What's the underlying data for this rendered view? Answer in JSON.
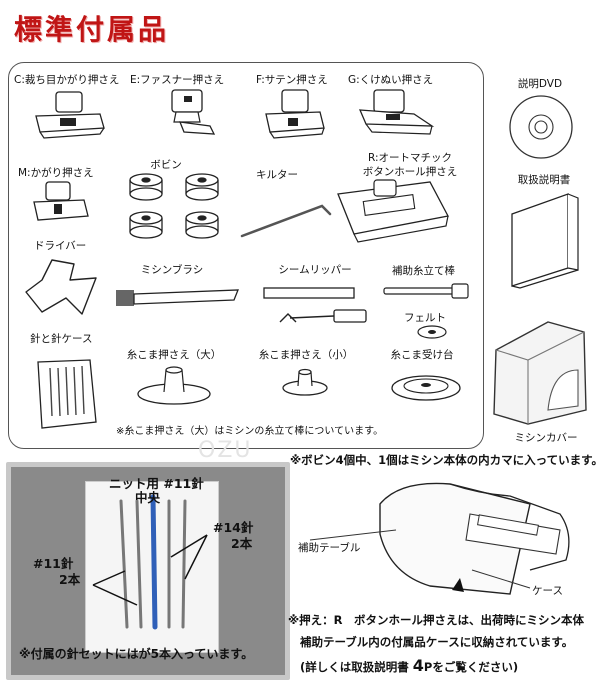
{
  "page_title": "標準付属品",
  "watermark": "OZU",
  "items": {
    "foot_c": "C:裁ち目かがり押さえ",
    "foot_e": "E:ファスナー押さえ",
    "foot_f": "F:サテン押さえ",
    "foot_g": "G:くけぬい押さえ",
    "foot_m": "M:かがり押さえ",
    "bobbin": "ボビン",
    "quilter": "キルター",
    "foot_r_line1": "R:オートマチック",
    "foot_r_line2": "ボタンホール押さえ",
    "screwdriver": "ドライバー",
    "brush": "ミシンブラシ",
    "seam_ripper": "シームリッパー",
    "spool_pin": "補助糸立て棒",
    "felt": "フェルト",
    "needle_case": "針と針ケース",
    "spool_cap_large": "糸こま押さえ（大）",
    "spool_cap_small": "糸こま押さえ（小）",
    "spool_stand": "糸こま受け台",
    "panel_note": "※糸こま押さえ（大）はミシンの糸立て棒についています。",
    "dvd": "説明DVD",
    "manual": "取扱説明書",
    "cover": "ミシンカバー"
  },
  "needle_photo": {
    "label_knit_line1": "ニット用 #11針",
    "label_knit_line2": "中央",
    "label_14_line1": "#14針",
    "label_14_line2": "2本",
    "label_11_line1": "#11針",
    "label_11_line2": "2本",
    "caption": "※付属の針セットにはが5本入っています。"
  },
  "notes": {
    "bobbin_note": "※ボビン4個中、1個はミシン本体の内カマに入っています。",
    "table_label": "補助テーブル",
    "case_label": "ケース",
    "r_note_line1": "※押え：R　ボタンホール押さえは、出荷時にミシン本体",
    "r_note_line2": "補助テーブル内の付属品ケースに収納されています。",
    "r_note_line3_a": "(詳しくは取扱説明書 ",
    "r_note_line3_page": "4",
    "r_note_line3_b": "Pをご覧ください)"
  },
  "colors": {
    "title": "#c01515",
    "knit_needle": "#2f5fb8"
  }
}
